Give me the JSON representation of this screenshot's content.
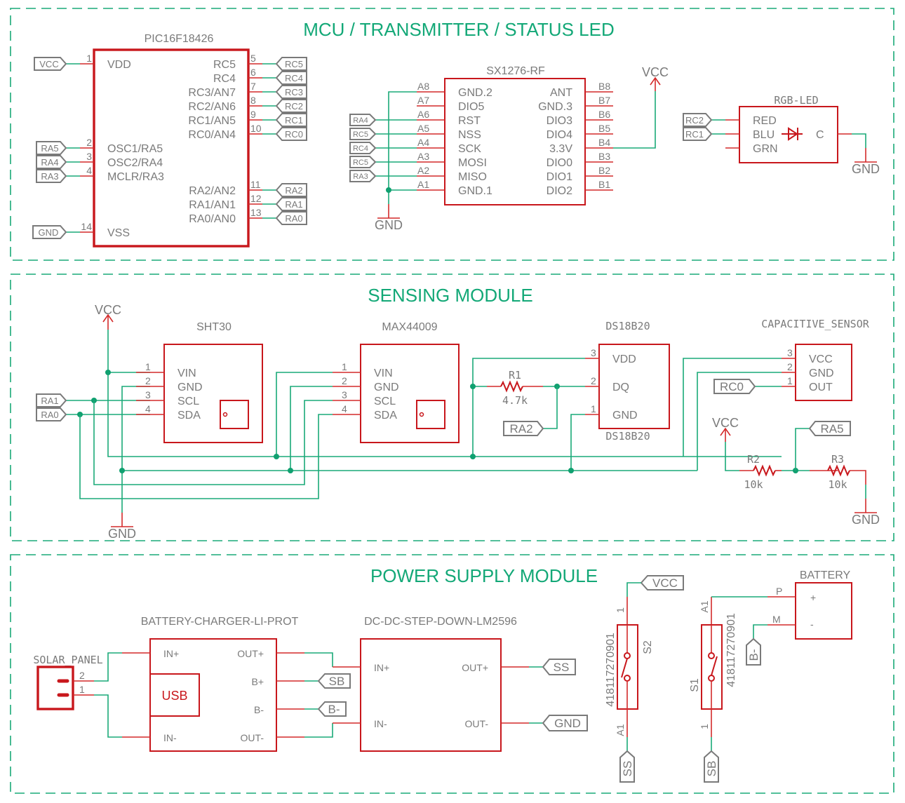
{
  "sections": {
    "mcu": {
      "title": "MCU / TRANSMITTER / STATUS LED"
    },
    "sensing": {
      "title": "SENSING MODULE"
    },
    "power": {
      "title": "POWER SUPPLY MODULE"
    }
  },
  "mcu": {
    "name": "PIC16F18426",
    "left_pins": [
      {
        "num": "1",
        "label": "VDD",
        "net": "VCC"
      },
      {
        "num": "2",
        "label": "OSC1/RA5",
        "net": "RA5"
      },
      {
        "num": "3",
        "label": "OSC2/RA4",
        "net": "RA4"
      },
      {
        "num": "4",
        "label": "MCLR/RA3",
        "net": "RA3"
      },
      {
        "num": "14",
        "label": "VSS",
        "net": "GND"
      }
    ],
    "right_pins": [
      {
        "num": "5",
        "label": "RC5",
        "net": "RC5"
      },
      {
        "num": "6",
        "label": "RC4",
        "net": "RC4"
      },
      {
        "num": "7",
        "label": "RC3/AN7",
        "net": "RC3"
      },
      {
        "num": "8",
        "label": "RC2/AN6",
        "net": "RC2"
      },
      {
        "num": "9",
        "label": "RC1/AN5",
        "net": "RC1"
      },
      {
        "num": "10",
        "label": "RC0/AN4",
        "net": "RC0"
      },
      {
        "num": "11",
        "label": "RA2/AN2",
        "net": "RA2"
      },
      {
        "num": "12",
        "label": "RA1/AN1",
        "net": "RA1"
      },
      {
        "num": "13",
        "label": "RA0/AN0",
        "net": "RA0"
      }
    ]
  },
  "rf": {
    "name": "SX1276-RF",
    "left_pins": [
      {
        "num": "A8",
        "label": "GND.2",
        "net": ""
      },
      {
        "num": "A7",
        "label": "DIO5",
        "net": ""
      },
      {
        "num": "A6",
        "label": "RST",
        "net": "RA4"
      },
      {
        "num": "A5",
        "label": "NSS",
        "net": "RC5"
      },
      {
        "num": "A4",
        "label": "SCK",
        "net": "RC4"
      },
      {
        "num": "A3",
        "label": "MOSI",
        "net": "RC5"
      },
      {
        "num": "A2",
        "label": "MISO",
        "net": "RA3"
      },
      {
        "num": "A1",
        "label": "GND.1",
        "net": ""
      }
    ],
    "right_pins": [
      {
        "num": "B8",
        "label": "ANT"
      },
      {
        "num": "B7",
        "label": "GND.3"
      },
      {
        "num": "B6",
        "label": "DIO3"
      },
      {
        "num": "B5",
        "label": "DIO4"
      },
      {
        "num": "B4",
        "label": "3.3V"
      },
      {
        "num": "B3",
        "label": "DIO0"
      },
      {
        "num": "B2",
        "label": "DIO1"
      },
      {
        "num": "B1",
        "label": "DIO2"
      }
    ],
    "gnd_label": "GND",
    "vcc_label": "VCC"
  },
  "led": {
    "name": "RGB-LED",
    "pins": [
      "RED",
      "BLU",
      "GRN"
    ],
    "nets": [
      "RC2",
      "RC1"
    ],
    "common": "C",
    "gnd_label": "GND"
  },
  "sensing": {
    "vcc_label": "VCC",
    "gnd_label": "GND",
    "bus_flags": [
      "RA1",
      "RA0"
    ],
    "sht30": {
      "name": "SHT30",
      "pins": [
        {
          "num": "1",
          "label": "VIN"
        },
        {
          "num": "2",
          "label": "GND"
        },
        {
          "num": "3",
          "label": "SCL"
        },
        {
          "num": "4",
          "label": "SDA"
        }
      ]
    },
    "max44009": {
      "name": "MAX44009",
      "pins": [
        {
          "num": "1",
          "label": "VIN"
        },
        {
          "num": "2",
          "label": "GND"
        },
        {
          "num": "3",
          "label": "SCL"
        },
        {
          "num": "4",
          "label": "SDA"
        }
      ]
    },
    "ds18b20": {
      "name": "DS18B20",
      "value": "DS18B20",
      "pins": [
        {
          "num": "3",
          "label": "VDD"
        },
        {
          "num": "2",
          "label": "DQ"
        },
        {
          "num": "1",
          "label": "GND"
        }
      ],
      "net": "RA2"
    },
    "r1": {
      "name": "R1",
      "value": "4.7k"
    },
    "capacitive": {
      "name": "CAPACITIVE_SENSOR",
      "pins": [
        {
          "num": "3",
          "label": "VCC"
        },
        {
          "num": "2",
          "label": "GND"
        },
        {
          "num": "1",
          "label": "OUT"
        }
      ],
      "net": "RC0"
    },
    "divider": {
      "vcc_label": "VCC",
      "gnd_label": "GND",
      "net": "RA5",
      "r2": {
        "name": "R2",
        "value": "10k"
      },
      "r3": {
        "name": "R3",
        "value": "10k"
      }
    }
  },
  "power": {
    "solar": {
      "name": "SOLAR_PANEL",
      "pins": [
        "2",
        "1"
      ]
    },
    "charger": {
      "name": "BATTERY-CHARGER-LI-PROT",
      "left_pins": [
        "IN+",
        "IN-"
      ],
      "right_pins": [
        "OUT+",
        "B+",
        "B-",
        "OUT-"
      ],
      "usb_label": "USB",
      "nets": [
        "SB",
        "B-"
      ]
    },
    "converter": {
      "name": "DC-DC-STEP-DOWN-LM2596",
      "left_pins": [
        "IN+",
        "IN-"
      ],
      "right_pins": [
        "OUT+",
        "OUT-"
      ],
      "nets": [
        "SS",
        "GND"
      ]
    },
    "s2": {
      "name": "S2",
      "part": "418117270901",
      "pin_top": "1",
      "pin_bottom": "A1",
      "net_top": "VCC",
      "net_bottom": "SS"
    },
    "s1": {
      "name": "S1",
      "part": "418117270901",
      "pin_top": "A1",
      "pin_bottom": "1",
      "net_bottom": "SB"
    },
    "battery": {
      "name": "BATTERY",
      "pins": [
        "P",
        "M"
      ],
      "plus": "+",
      "minus": "-",
      "net": "B-"
    }
  }
}
